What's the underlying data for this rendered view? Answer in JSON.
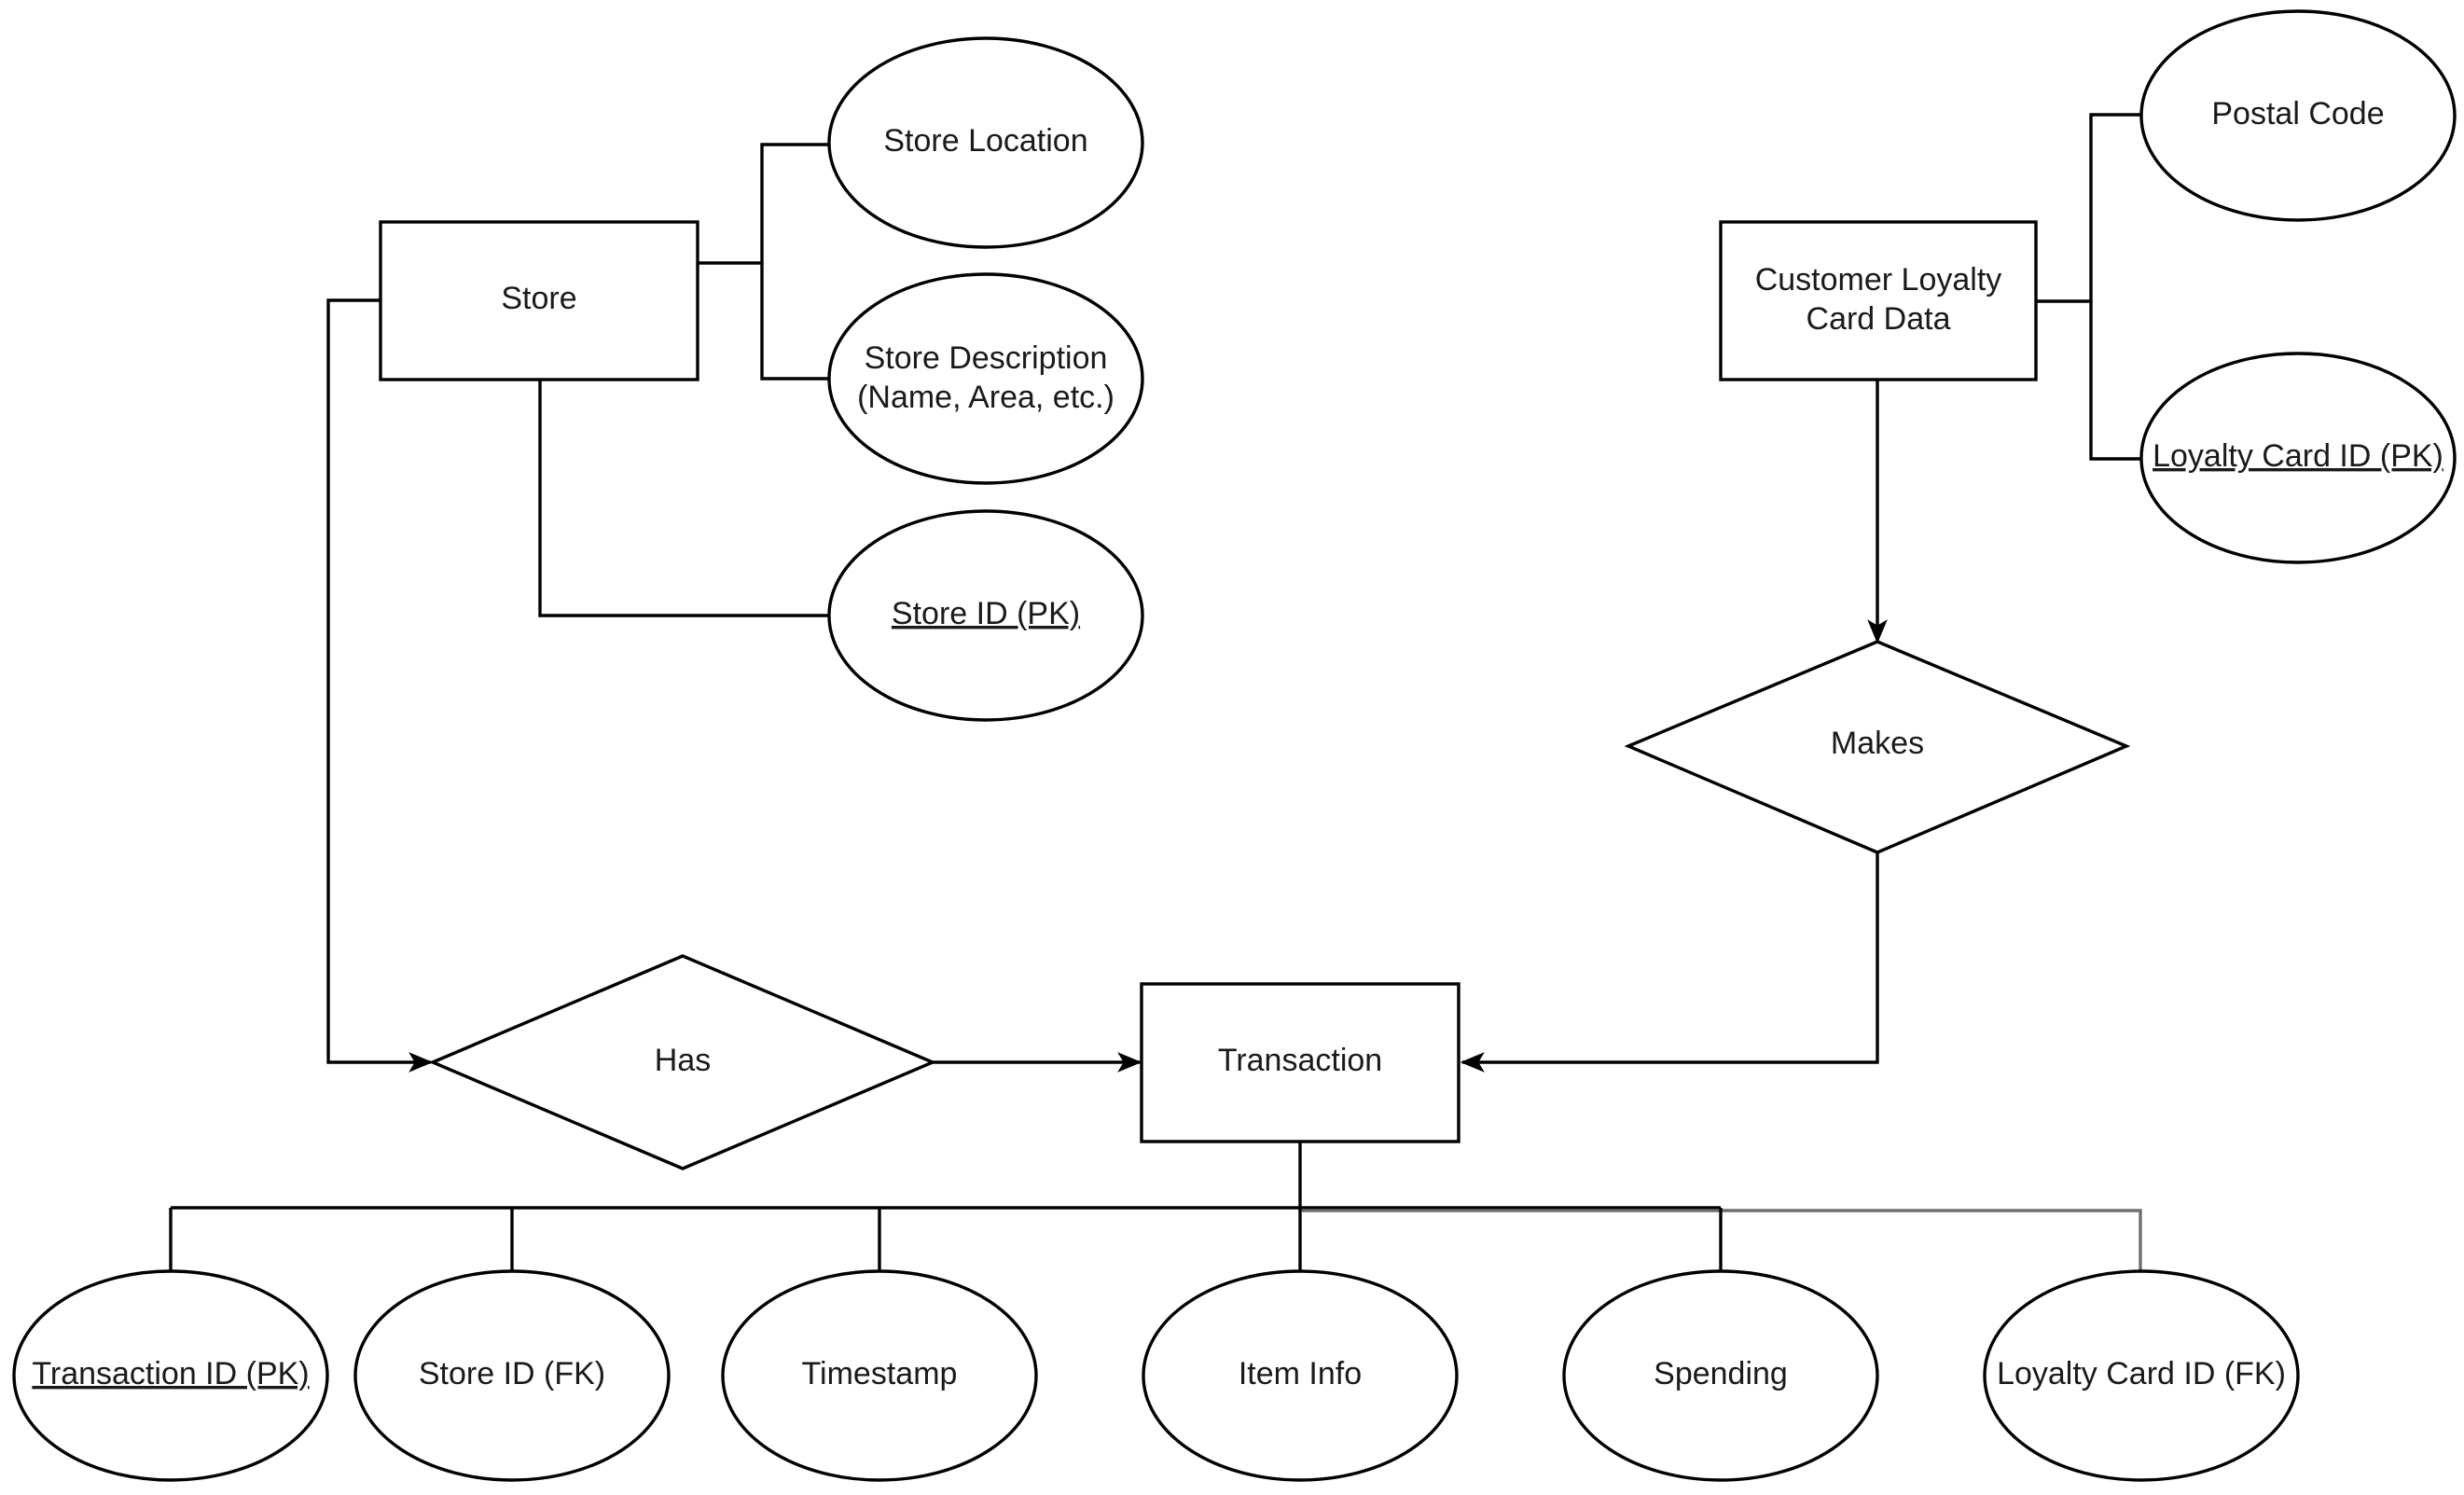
{
  "entities": {
    "store": "Store",
    "customer_line1": "Customer Loyalty",
    "customer_line2": "Card Data",
    "transaction": "Transaction"
  },
  "relationships": {
    "has": "Has",
    "makes": "Makes"
  },
  "attributes": {
    "store_location": "Store Location",
    "store_description_line1": "Store Description",
    "store_description_line2": "(Name, Area, etc.)",
    "store_id_pk": "Store ID (PK)",
    "postal_code": "Postal Code",
    "loyalty_card_id_pk": "Loyalty Card ID (PK)",
    "transaction_id_pk": "Transaction ID (PK)",
    "store_id_fk": "Store ID (FK)",
    "timestamp": "Timestamp",
    "item_info": "Item Info",
    "spending": "Spending",
    "loyalty_card_id_fk": "Loyalty Card ID (FK)"
  },
  "primary_keys": [
    "Store ID (PK)",
    "Loyalty Card ID (PK)",
    "Transaction ID (PK)"
  ],
  "colors": {
    "stroke": "#000000",
    "fill": "#ffffff",
    "text": "#1a1a1a"
  }
}
